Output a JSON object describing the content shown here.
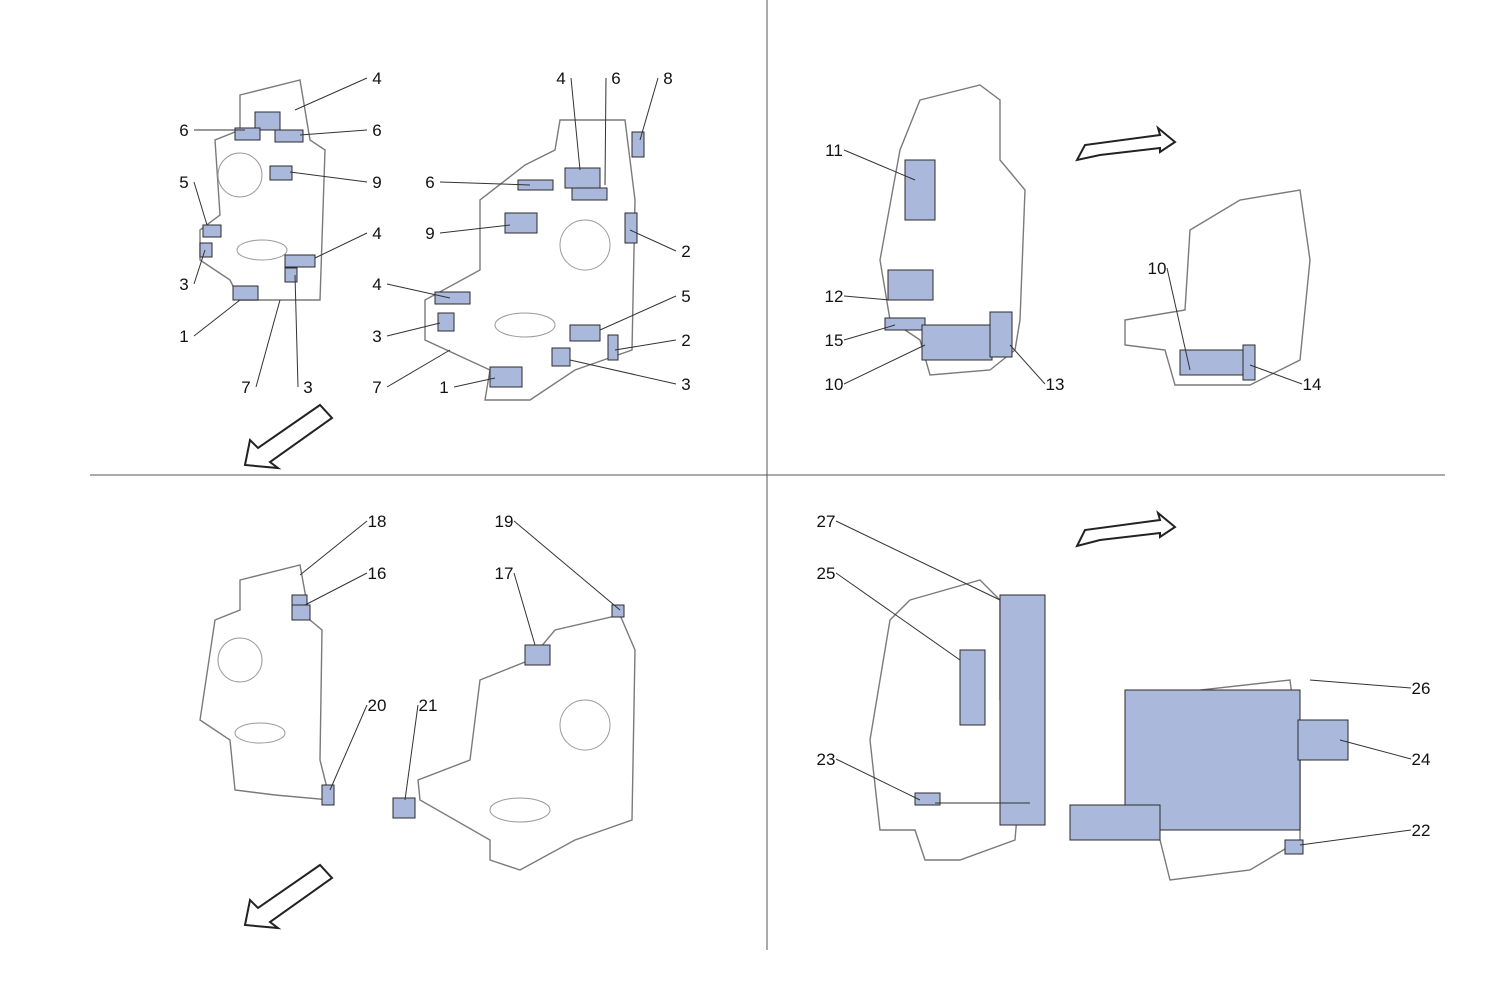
{
  "diagram": {
    "patch_color": "#aab8dc",
    "quadrants": [
      {
        "name": "top-left",
        "callouts": [
          "4",
          "6",
          "6",
          "9",
          "5",
          "4",
          "3",
          "1",
          "7",
          "3",
          "4",
          "6",
          "8",
          "6",
          "9",
          "2",
          "4",
          "5",
          "3",
          "2",
          "7",
          "1",
          "3"
        ]
      },
      {
        "name": "top-right",
        "callouts": [
          "11",
          "12",
          "15",
          "10",
          "13",
          "10",
          "14"
        ]
      },
      {
        "name": "bottom-left",
        "callouts": [
          "18",
          "16",
          "19",
          "17",
          "20",
          "21"
        ]
      },
      {
        "name": "bottom-right",
        "callouts": [
          "27",
          "25",
          "26",
          "24",
          "23",
          "22"
        ]
      }
    ]
  }
}
